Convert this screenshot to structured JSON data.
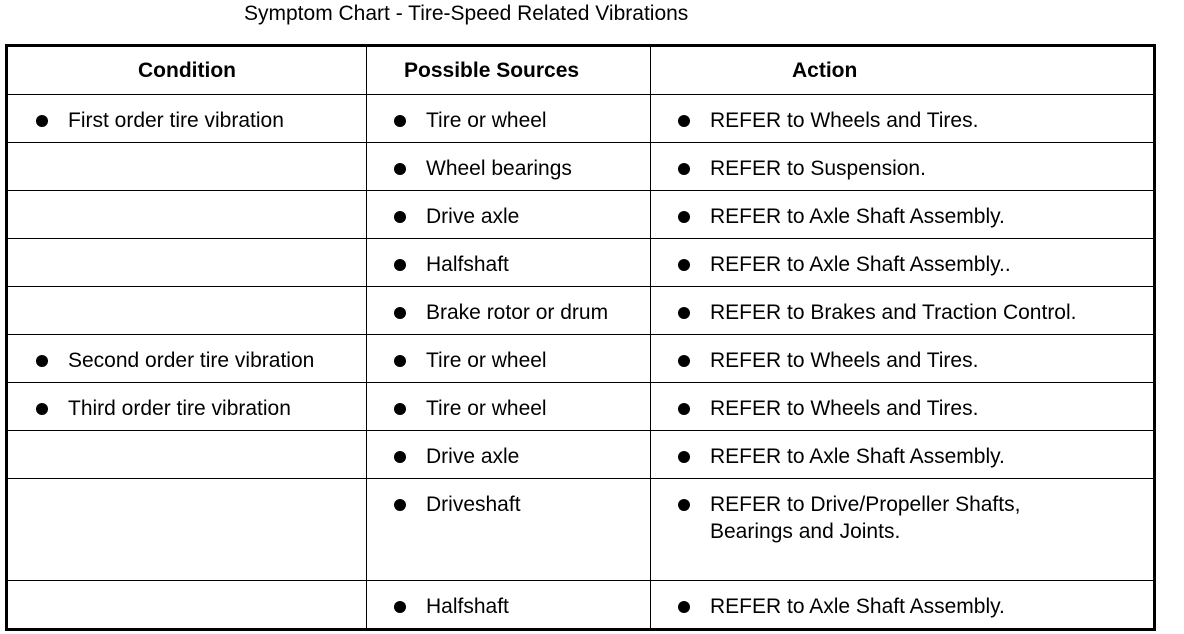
{
  "title": "Symptom Chart - Tire-Speed Related Vibrations",
  "headers": {
    "condition": "Condition",
    "sources": "Possible Sources",
    "action": "Action"
  },
  "rows": [
    {
      "condition": "First order tire vibration",
      "source": "Tire or wheel",
      "action": "REFER to Wheels and Tires."
    },
    {
      "condition": "",
      "source": "Wheel bearings",
      "action": "REFER to Suspension."
    },
    {
      "condition": "",
      "source": "Drive axle",
      "action": "REFER to Axle Shaft Assembly."
    },
    {
      "condition": "",
      "source": "Halfshaft",
      "action": "REFER to Axle Shaft Assembly.."
    },
    {
      "condition": "",
      "source": "Brake rotor or drum",
      "action": "REFER to Brakes and Traction Control."
    },
    {
      "condition": "Second order tire vibration",
      "source": "Tire or wheel",
      "action": "REFER to Wheels and Tires."
    },
    {
      "condition": "Third order tire vibration",
      "source": "Tire or wheel",
      "action": "REFER to Wheels and Tires."
    },
    {
      "condition": "",
      "source": "Drive axle",
      "action": "REFER to Axle Shaft Assembly."
    },
    {
      "condition": "",
      "source": "Driveshaft",
      "action": "REFER to Drive/Propeller Shafts,\nBearings and Joints."
    },
    {
      "condition": "",
      "source": "Halfshaft",
      "action": "REFER to Axle Shaft Assembly."
    }
  ]
}
